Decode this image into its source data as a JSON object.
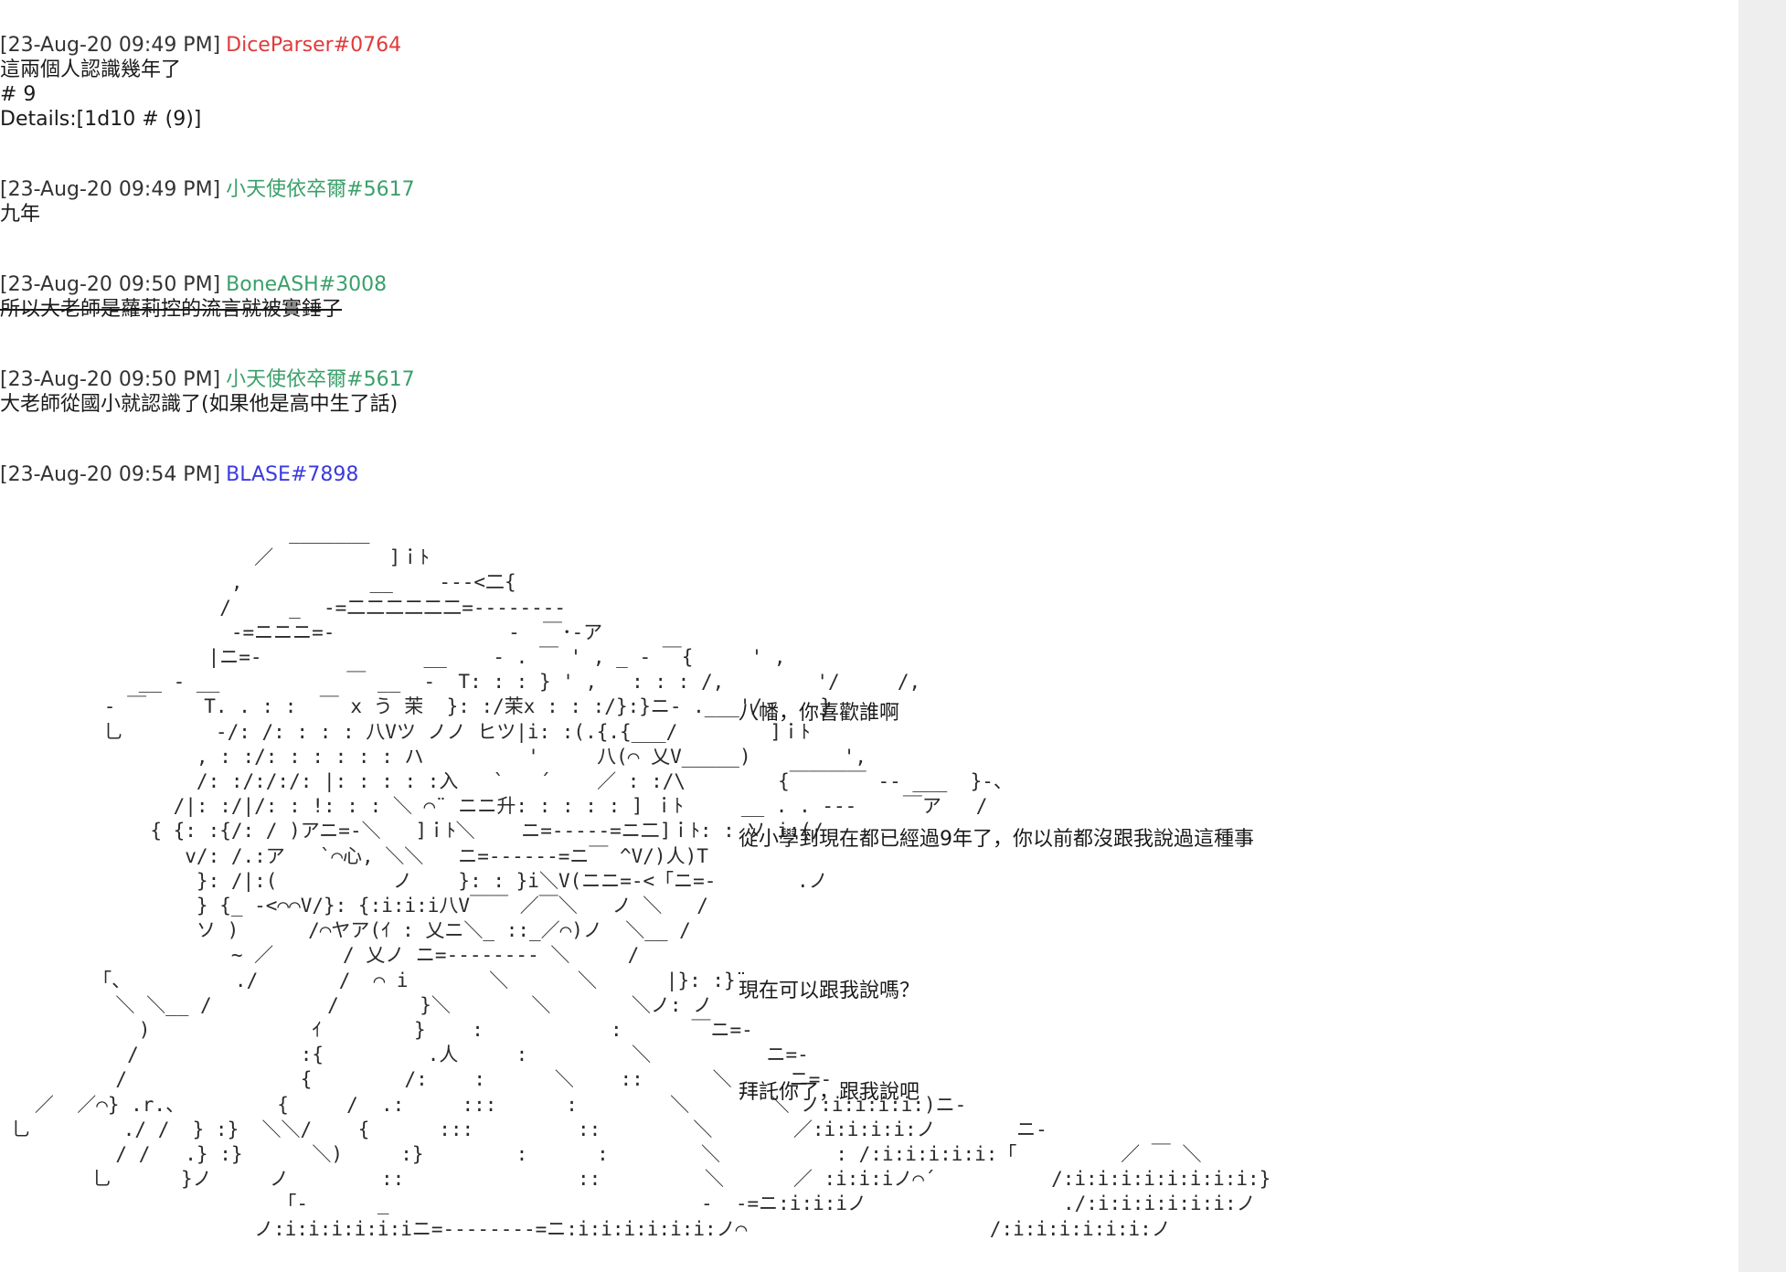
{
  "messages": [
    {
      "timestamp": "[23-Aug-20 09:49 PM]",
      "author": "DiceParser#0764",
      "author_color": "#e03a3a",
      "lines": [
        "這兩個人認識幾年了",
        "# 9",
        "Details:[1d10 # (9)]"
      ]
    },
    {
      "timestamp": "[23-Aug-20 09:49 PM]",
      "author": "小天使依卒爾#5617",
      "author_color": "#3aa06a",
      "lines": [
        "九年"
      ]
    },
    {
      "timestamp": "[23-Aug-20 09:50 PM]",
      "author": "BoneASH#3008",
      "author_color": "#3aa06a",
      "lines": [
        "所以大老師是蘿莉控的流言就被實錘了"
      ],
      "strikethrough": true
    },
    {
      "timestamp": "[23-Aug-20 09:50 PM]",
      "author": "小天使依卒爾#5617",
      "author_color": "#3aa06a",
      "lines": [
        "大老師從國小就認識了(如果他是高中生了話)"
      ]
    },
    {
      "timestamp": "[23-Aug-20 09:54 PM]",
      "author": "BLASE#7898",
      "author_color": "#3a3ae0",
      "lines": []
    }
  ],
  "ascii_art": [
    "                         _______",
    "                      ／          ]ｉﾄ",
    "                    ,           __    ---<二{",
    "                   /     _  -=二二二二二二=--------",
    "                    -=ニニニ=-               -  ￣･-ア",
    "                  |ニ=-              __    - . ￣ ' , _ - ￣{     ' ,",
    "            __ - __           ￣ __  -  T: : : } ' ,   : : : /,        '/     /,",
    "         - ￣     T. . : :  ￣ x う 茉  }: :/茉x : : :/}:}ニ- .___'/     }",
    "         乚        -/: /: : : : 八Vツ ノノ ヒツ|i: :(.{.{___/        ]ｉﾄ",
    "                 , : :/: : : : : : ハ         '     八(⌒ 乂V_____)        ',",
    "                 /: :/:/:/: |: : : : :入   `   ´    ／ : :/\\        {￣￣￣￣ -- ___  }-、",
    "               /|: :/|/: : !: : : ＼ ⌒¨ ニニ升: : : : : ] ｉﾄ     __ . . ---    ￣ア   /",
    "             { {: :{/: / )アニ=-＼   ]ｉﾄ＼    ニ=-----=ニ二]ｉﾄ: : ソ i:(/",
    "                v/: /.:ア   `⌒心, ＼＼   ニ=------=ニ￣ ^V/)人)T",
    "                 }: /|:(          ノ    }: : }i＼V(ニニ=-<「ニ=-       .ノ",
    "                 } {_ -<⌒⌒V/}: {:i:i:i八V￣￣ ／￣＼   ノ ＼   /",
    "                 ソ )      /⌒ヤア(ｲ : 乂ニ＼_ ::_／⌒)ノ  ＼__ /",
    "                    ~ ／      / 乂ノ ニ=-------- ＼     /",
    "        「、         ./       /  ⌒ i       ＼      ＼      |}: :}¨",
    "          ＼ ＼__ /          /       }＼       ＼       ＼ノ: ノ",
    "            )              ｲ        }    :           :      ￣ニ=-",
    "           /              :{         .人     :         ＼          ニ=-",
    "          /               {        /:    :      ＼    ::      ＼     ニ=-",
    "   ／  ／⌒} .r.、        {     /  .:     :::      :        ＼       ＼ ノ:i:i:i:i:)ニ-",
    " 乚        ./ /  } :}  ＼＼/    {      :::         ::        ＼       ／:i:i:i:i:ノ       ニ-",
    "          / /   .} :}      ＼)     :}        :      :        ＼          : /:i:i:i:i:i:「         ／ ￣ ＼",
    "        乚      }ノ     ノ        ::               ::         ＼      ／ :i:i:iノ⌒´          /:i:i:i:i:i:i:i:i:}",
    "                        「-      _                           -  -=ニ:i:i:iノ                 ./:i:i:i:i:i:i:ノ",
    "                      ノ:i:i:i:i:i:iニ=--------=ニ:i:i:i:i:i:i:ノ⌒                     /:i:i:i:i:i:i:ノ"
  ],
  "speech_lines": [
    "八幡，你喜歡誰啊",
    "從小學到現在都已經過9年了，你以前都沒跟我說過這種事",
    "現在可以跟我說嗎？",
    "拜託你了，跟我說吧"
  ]
}
